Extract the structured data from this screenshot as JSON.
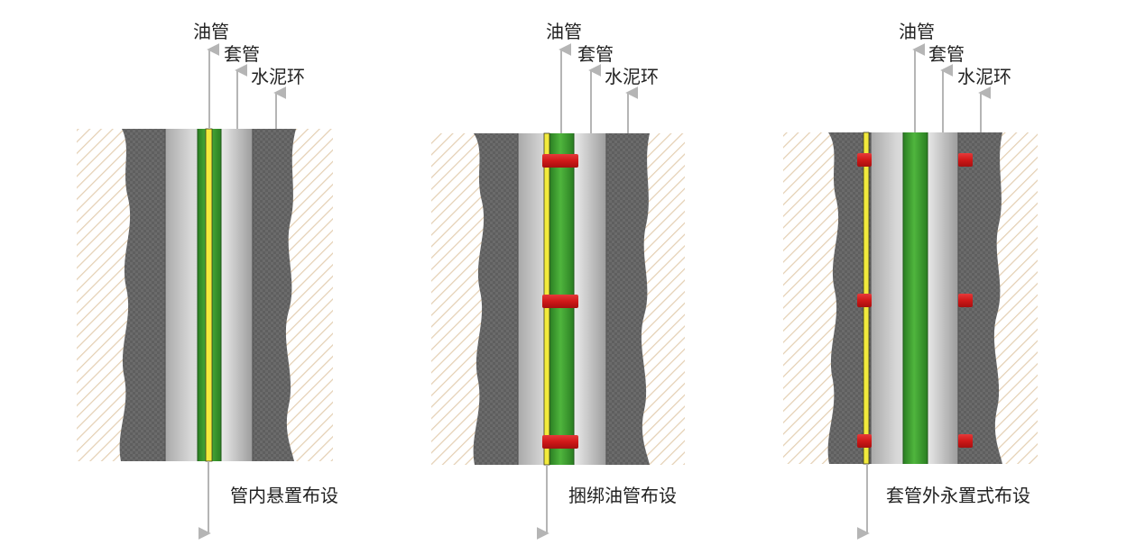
{
  "panels": [
    {
      "labels": {
        "tubing": "油管",
        "casing": "套管",
        "cement": "水泥环"
      },
      "caption": "管内悬置布设"
    },
    {
      "labels": {
        "tubing": "油管",
        "casing": "套管",
        "cement": "水泥环"
      },
      "caption": "捆绑油管布设"
    },
    {
      "labels": {
        "tubing": "油管",
        "casing": "套管",
        "cement": "水泥环"
      },
      "caption": "套管外永置式布设"
    }
  ],
  "colors": {
    "formation_hatch": "#e7d2b6",
    "cement": "#6a6a6a",
    "casing": "#c4c4c4",
    "tubing": "#3a9a30",
    "fiber": "#f2ea3c",
    "clamp": "#d41c1c",
    "arrow": "#b5b5b5"
  }
}
